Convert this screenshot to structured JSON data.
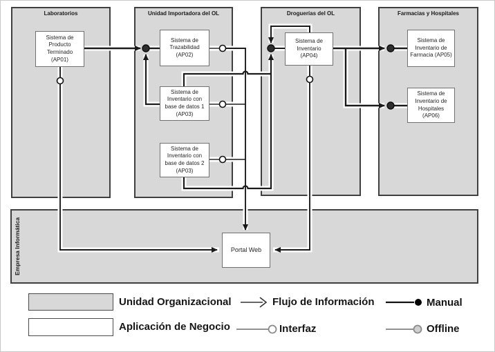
{
  "diagram": {
    "containers": [
      {
        "title": "Laboratorios"
      },
      {
        "title": "Unidad Importadora del OL"
      },
      {
        "title": "Droguerías del OL"
      },
      {
        "title": "Farmacias y Hospitales"
      },
      {
        "title": "Empresa Informática"
      }
    ],
    "apps": [
      {
        "label": "Sistema de\nProducto\nTerminado\n(AP01)"
      },
      {
        "label": "Sistema de\nTrazabilidad\n(AP02)"
      },
      {
        "label": "Sistema de\nInventario con\nbase de datos 1\n(AP03)"
      },
      {
        "label": "Sistema de\nInventario con\nbase de datos 2\n(AP03)"
      },
      {
        "label": "Sistema de\nInventario\n(AP04)"
      },
      {
        "label": "Sistema de\nInventario de\nFarmacia (AP05)"
      },
      {
        "label": "Sistema de\nInventario de\nHospitales\n(AP06)"
      },
      {
        "label": "Portal Web"
      }
    ]
  },
  "legend": {
    "unidad_organizacional": "Unidad Organizacional",
    "aplicacion_de_negocio": "Aplicación de Negocio",
    "flujo_de_informacion": "Flujo de Información",
    "manual": "Manual",
    "interfaz": "Interfaz",
    "offline": "Offline"
  },
  "colors": {
    "container_fill": "#d8d8d8",
    "container_border": "#3f3f3f",
    "app_box_border": "#707070",
    "flow_line": "#1a1a1a",
    "legend_gray_line": "#909090",
    "offline_circle_fill": "#cfcfcf"
  }
}
